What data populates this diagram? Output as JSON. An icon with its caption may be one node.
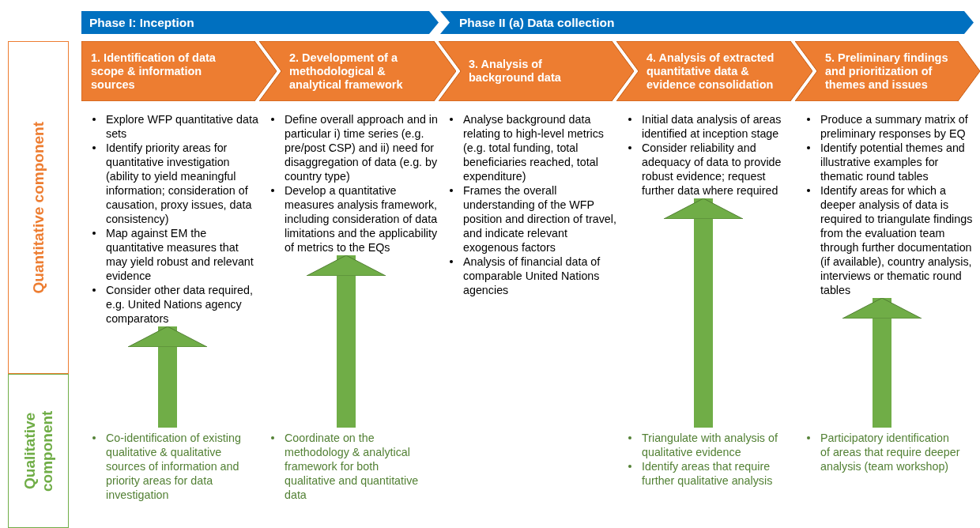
{
  "diagram": {
    "nodes": [
      {
        "text": [
          "Phase I: Inception"
        ]
      },
      {
        "text": [
          "Phase II (a) Data collection"
        ]
      },
      {
        "text": [
          "Quantitative component"
        ]
      },
      {
        "text": [
          "Qualitative component"
        ]
      },
      {
        "text": [
          "1. Identification of data scope & information sources"
        ]
      },
      {
        "text": [
          "2. Development of a methodological & analytical framework"
        ]
      },
      {
        "text": [
          "3. Analysis of background data"
        ]
      },
      {
        "text": [
          "4. Analysis of extracted quantitative data & evidence consolidation"
        ]
      },
      {
        "text": [
          "5. Preliminary findings and prioritization of themes and issues"
        ]
      },
      {
        "text": [
          "Explore WFP quantitative data sets",
          "Identify priority areas for quantitative investigation (ability to yield meaningful information; consideration of causation, proxy issues, data consistency)",
          "Map against EM the quantitative measures that may yield robust and relevant evidence",
          "Consider other data required, e.g. United Nations agency comparators"
        ]
      },
      {
        "text": [
          "Define overall approach and in particular i) time series (e.g. pre/post CSP) and ii) need for disaggregation of data (e.g. by country type)",
          "Develop a quantitative measures analysis framework, including consideration of data limitations and the applicability of metrics to the EQs"
        ]
      },
      {
        "text": [
          "Analyse background data relating to high-level metrics (e.g. total funding, total beneficiaries reached, total expenditure)",
          "Frames the overall understanding of the WFP position and direction of travel, and indicate relevant exogenous factors",
          "Analysis of financial data of comparable United Nations agencies"
        ]
      },
      {
        "text": [
          "Initial data analysis of areas identified at inception stage",
          "Consider reliability and adequacy of data to provide robust evidence; request further data where required"
        ]
      },
      {
        "text": [
          "Produce a summary matrix of preliminary responses by EQ",
          "Identify potential themes and illustrative examples for thematic round tables",
          "Identify areas for which a deeper analysis of data is required to triangulate findings from the evaluation team through further documentation (if available), country analysis, interviews or thematic round tables"
        ]
      },
      {
        "text": [
          "Co-identification of existing qualitative & qualitative sources of information and priority areas for data investigation"
        ]
      },
      {
        "text": [
          "Coordinate on the methodology & analytical framework for both qualitative and quantitative data"
        ]
      },
      {
        "text": [
          "Triangulate with analysis of qualitative evidence",
          "Identify areas that require further qualitative analysis"
        ]
      },
      {
        "text": [
          "Participatory identification of areas that require deeper analysis (team workshop)"
        ]
      }
    ],
    "edges": [
      {
        "from": 14,
        "to": 9,
        "arrow": "to",
        "color": "#70ad47"
      },
      {
        "from": 15,
        "to": 10,
        "arrow": "to",
        "color": "#70ad47"
      },
      {
        "from": 16,
        "to": 12,
        "arrow": "to",
        "color": "#70ad47"
      },
      {
        "from": 17,
        "to": 13,
        "arrow": "to",
        "color": "#70ad47"
      }
    ]
  }
}
